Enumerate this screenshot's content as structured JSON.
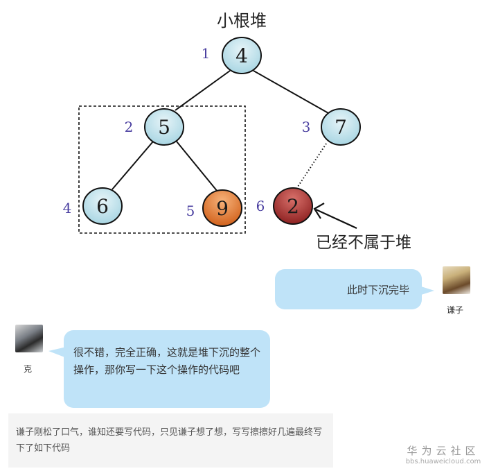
{
  "diagram": {
    "title": "小根堆",
    "nodes": [
      {
        "index": "1",
        "value": "4",
        "fill": "light-blue"
      },
      {
        "index": "2",
        "value": "5",
        "fill": "light-blue"
      },
      {
        "index": "3",
        "value": "7",
        "fill": "light-blue"
      },
      {
        "index": "4",
        "value": "6",
        "fill": "light-blue"
      },
      {
        "index": "5",
        "value": "9",
        "fill": "orange"
      },
      {
        "index": "6",
        "value": "2",
        "fill": "dark-red"
      }
    ],
    "edges": [
      {
        "from": "1",
        "to": "2",
        "style": "solid"
      },
      {
        "from": "1",
        "to": "3",
        "style": "solid"
      },
      {
        "from": "2",
        "to": "4",
        "style": "solid"
      },
      {
        "from": "2",
        "to": "5",
        "style": "solid"
      },
      {
        "from": "3",
        "to": "6",
        "style": "dotted"
      }
    ],
    "annotation": "已经不属于堆",
    "colors": {
      "light_blue": "#bfe3ec",
      "orange": "#e07a30",
      "dark_red": "#a8302e",
      "index_label": "#4a3fa0"
    }
  },
  "chat": {
    "messages": [
      {
        "sender": "谦子",
        "side": "right",
        "text": "此时下沉完毕"
      },
      {
        "sender": "克",
        "side": "left",
        "text": "很不错，完全正确，这就是堆下沉的整个操作，那你写一下这个操作的代码吧"
      }
    ],
    "bubble_color": "#bfe3f8"
  },
  "narration": {
    "text": "谦子刚松了口气，谁知还要写代码，只见谦子想了想，写写擦擦好几遍最终写下了如下代码"
  },
  "watermark": {
    "brand": "华为云社区",
    "url": "bbs.huaweicloud.com"
  }
}
